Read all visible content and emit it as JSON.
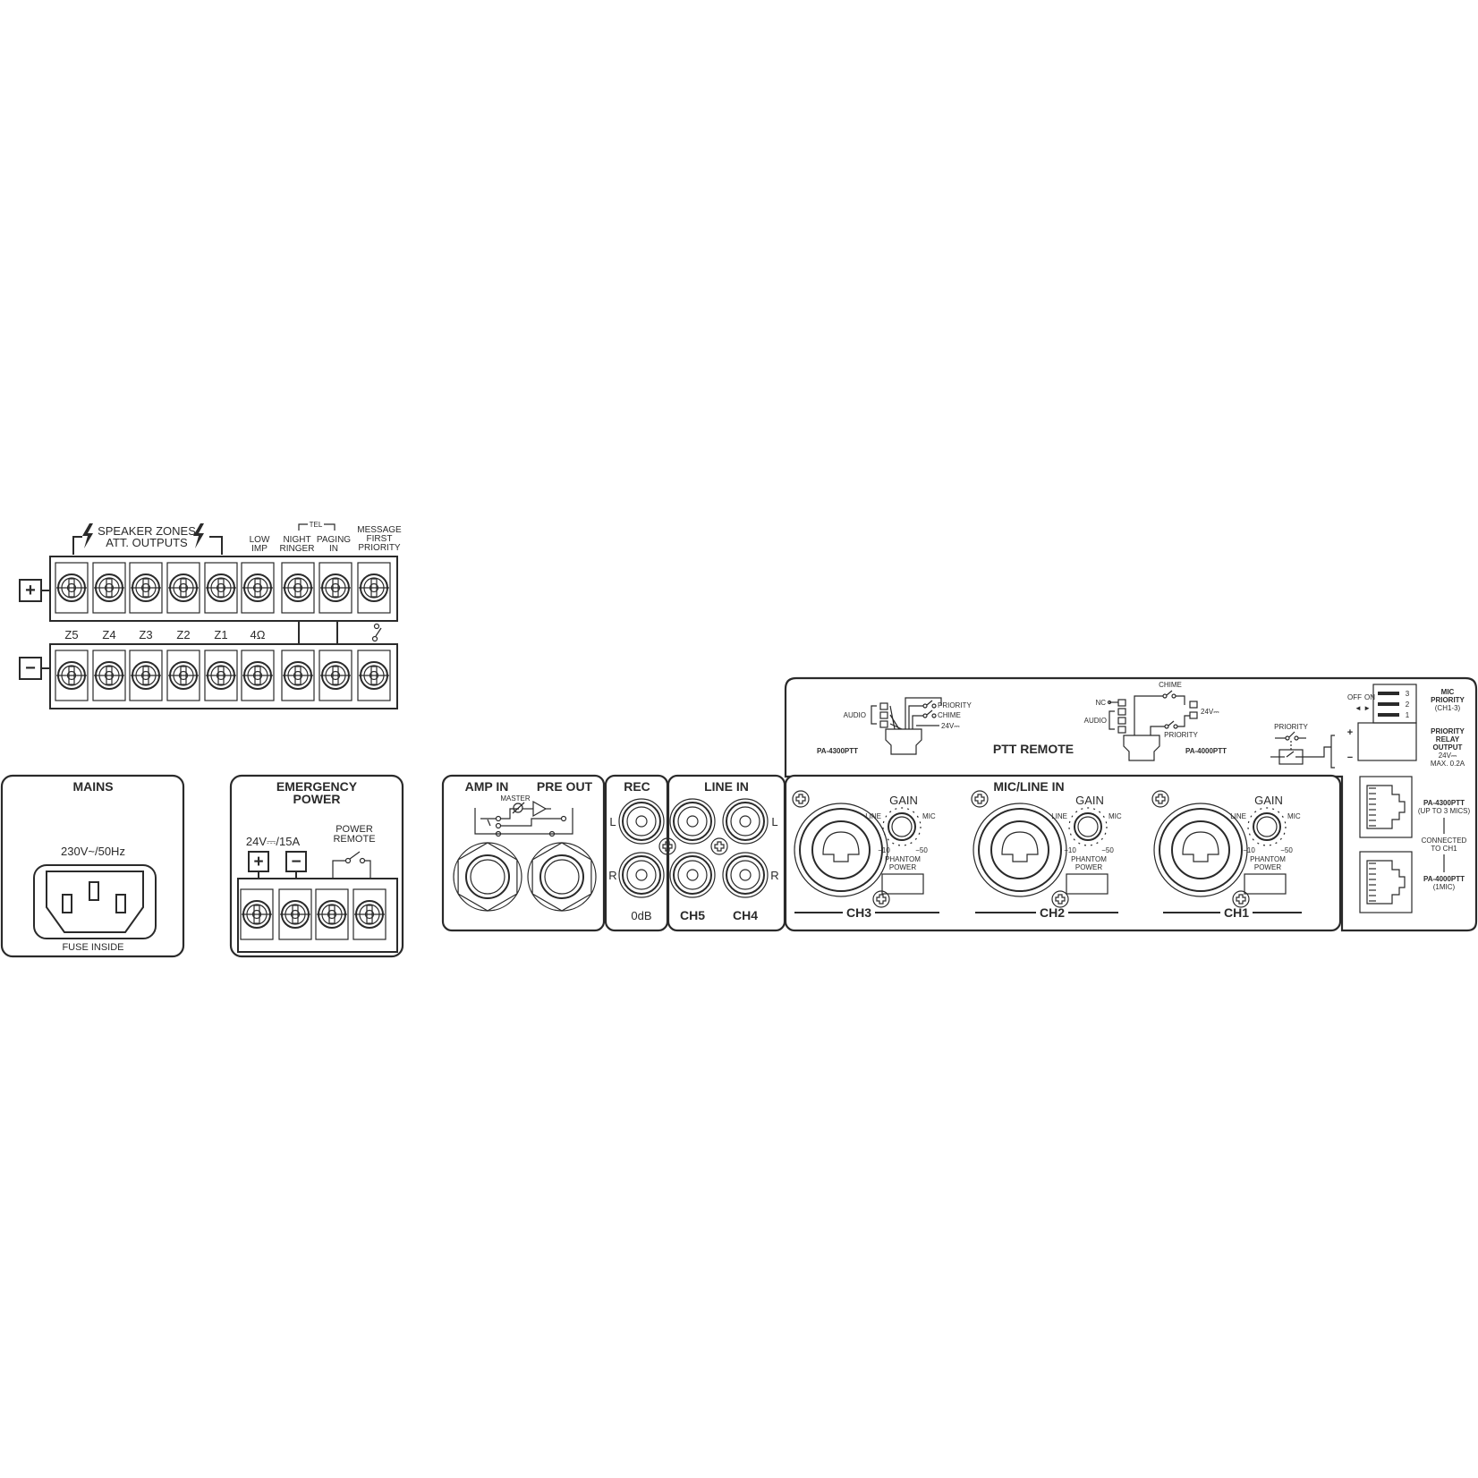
{
  "speaker_block": {
    "speaker_zones": "SPEAKER ZONES",
    "att_outputs": "ATT. OUTPUTS",
    "low_imp": [
      "LOW",
      "IMP"
    ],
    "tel": "TEL",
    "night_ringer": [
      "NIGHT",
      "RINGER"
    ],
    "paging_in": [
      "PAGING",
      "IN"
    ],
    "message_first_priority": [
      "MESSAGE",
      "FIRST",
      "PRIORITY"
    ],
    "zone_labels": [
      "Z5",
      "Z4",
      "Z3",
      "Z2",
      "Z1",
      "4Ω"
    ],
    "plus": "+",
    "minus": "−"
  },
  "mains": {
    "title": "MAINS",
    "voltage": "230V~/50Hz",
    "fuse": "FUSE INSIDE"
  },
  "emergency_power": {
    "title": [
      "EMERGENCY",
      "POWER"
    ],
    "rating": "24V⎓/15A",
    "power_remote": [
      "POWER",
      "REMOTE"
    ],
    "plus": "+",
    "minus": "−"
  },
  "amp_section": {
    "amp_in": "AMP IN",
    "pre_out": "PRE OUT",
    "master": "MASTER"
  },
  "rec": {
    "title": "REC",
    "left": "L",
    "right": "R",
    "level": "0dB"
  },
  "line_in": {
    "title": "LINE IN",
    "left": "L",
    "right": "R",
    "ch5": "CH5",
    "ch4": "CH4"
  },
  "mic_line_in": {
    "title": "MIC/LINE IN",
    "channels": [
      {
        "name": "CH3",
        "gain": "GAIN",
        "line": "LINE",
        "mic": "MIC",
        "min": "−10",
        "max": "−50",
        "phantom": [
          "PHANTOM",
          "POWER"
        ]
      },
      {
        "name": "CH2",
        "gain": "GAIN",
        "line": "LINE",
        "mic": "MIC",
        "min": "−10",
        "max": "−50",
        "phantom": [
          "PHANTOM",
          "POWER"
        ]
      },
      {
        "name": "CH1",
        "gain": "GAIN",
        "line": "LINE",
        "mic": "MIC",
        "min": "−10",
        "max": "−50",
        "phantom": [
          "PHANTOM",
          "POWER"
        ]
      }
    ]
  },
  "ptt_remote": {
    "title": "PTT REMOTE",
    "pa4300": {
      "model": "PA-4300PTT",
      "audio": "AUDIO",
      "priority": "PRIORITY",
      "chime": "CHIME",
      "v24": "24V⎓"
    },
    "pa4000": {
      "model": "PA-4000PTT",
      "nc": "NC",
      "audio": "AUDIO",
      "chime": "CHIME",
      "priority": "PRIORITY",
      "v24": "24V⎓"
    },
    "relay_priority": "PRIORITY",
    "plus": "+",
    "minus": "−"
  },
  "right_panel": {
    "off": "OFF",
    "on": "ON",
    "dip_numbers": [
      "3",
      "2",
      "1"
    ],
    "mic_priority": [
      "MIC",
      "PRIORITY",
      "(CH1-3)"
    ],
    "relay_output": [
      "PRIORITY",
      "RELAY",
      "OUTPUT",
      "24V⎓",
      "MAX. 0.2A"
    ],
    "pa4300": [
      "PA-4300PTT",
      "(UP TO 3 MICS)"
    ],
    "connected": [
      "CONNECTED",
      "TO CH1"
    ],
    "pa4000": [
      "PA-4000PTT",
      "(1MIC)"
    ]
  }
}
